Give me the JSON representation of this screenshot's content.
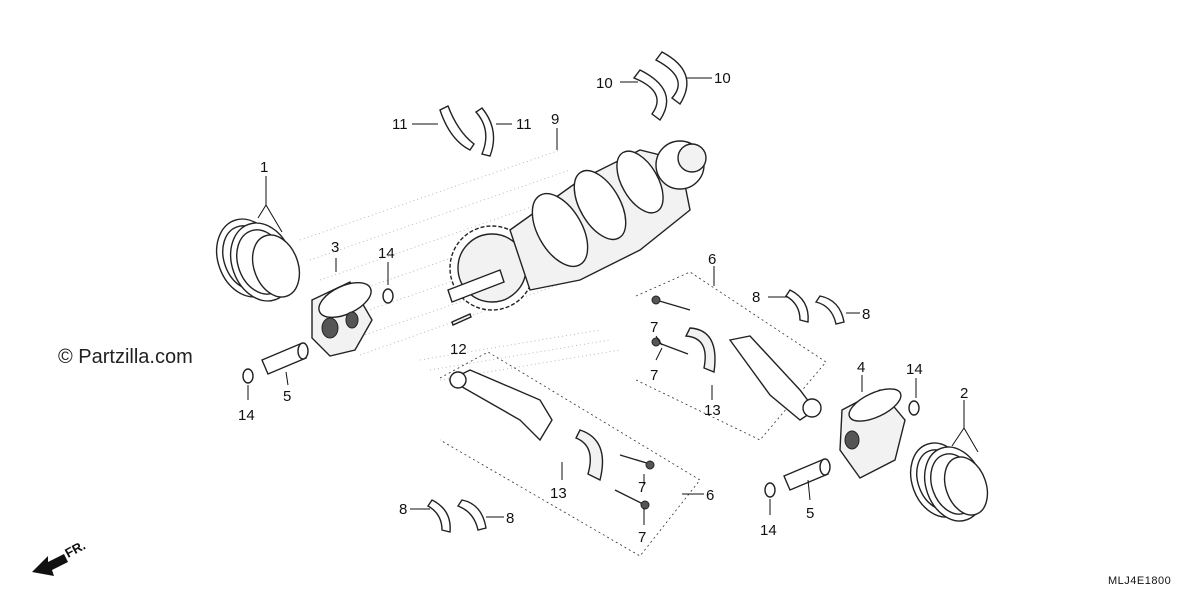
{
  "watermark": "© Partzilla.com",
  "diagram_code": "MLJ4E1800",
  "direction_label": "FR.",
  "callouts": {
    "c1": "1",
    "c2": "2",
    "c3": "3",
    "c4": "4",
    "c5a": "5",
    "c5b": "5",
    "c6a": "6",
    "c6b": "6",
    "c7a": "7",
    "c7b": "7",
    "c7c": "7",
    "c7d": "7",
    "c8a": "8",
    "c8b": "8",
    "c8c": "8",
    "c8d": "8",
    "c9": "9",
    "c10a": "10",
    "c10b": "10",
    "c11a": "11",
    "c11b": "11",
    "c12": "12",
    "c13a": "13",
    "c13b": "13",
    "c14a": "14",
    "c14b": "14",
    "c14c": "14",
    "c14d": "14"
  }
}
